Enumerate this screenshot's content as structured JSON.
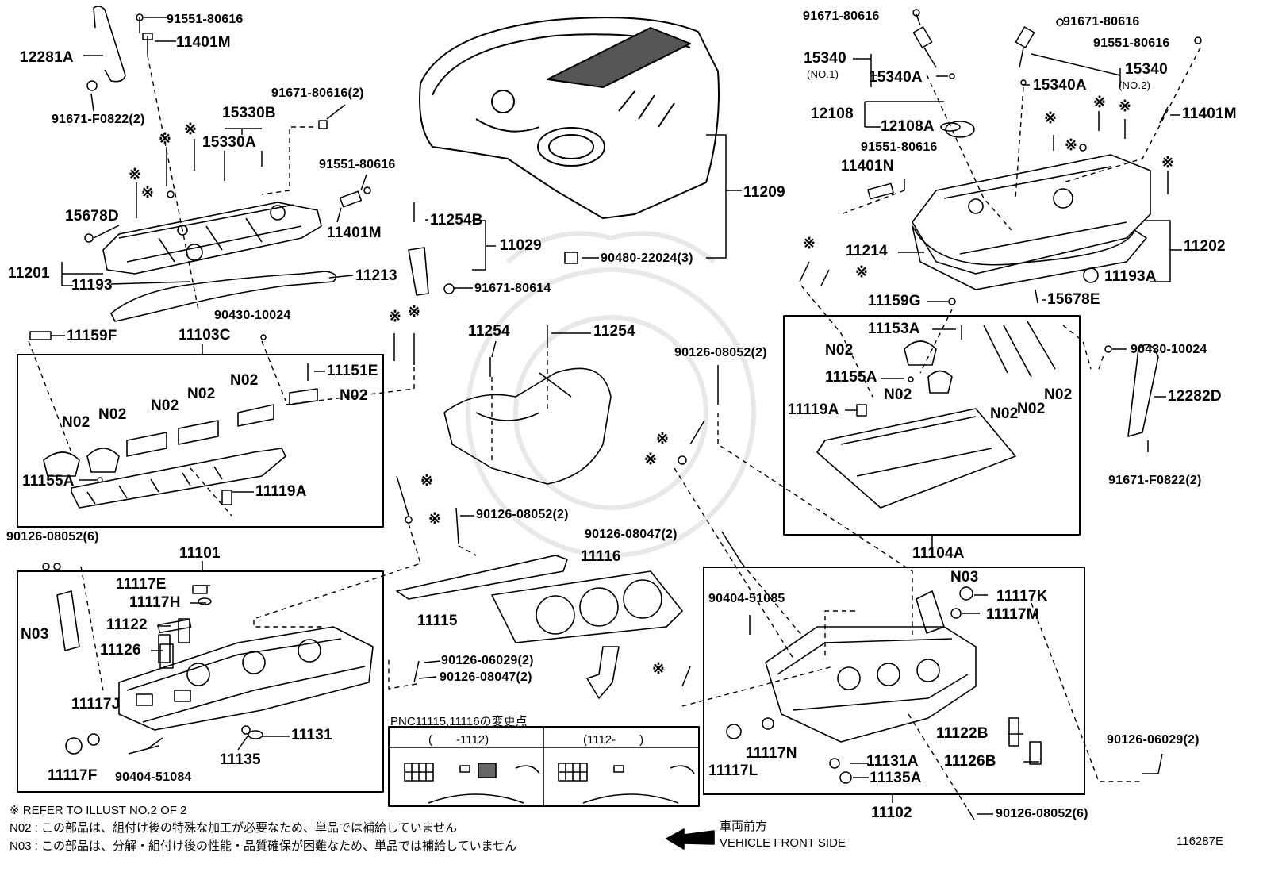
{
  "labels": {
    "p12281A": "12281A",
    "p91551_80616_a": "91551-80616",
    "p11401M_a": "11401M",
    "p91671_F0822_a": "91671-F0822(2)",
    "p15330B": "15330B",
    "p15330A": "15330A",
    "p91671_80616_2": "91671-80616(2)",
    "p91551_80616_b": "91551-80616",
    "p15678D": "15678D",
    "p11401M_b": "11401M",
    "p11201": "11201",
    "p11193": "11193",
    "p11213": "11213",
    "p90430_10024_a": "90430-10024",
    "p11159F": "11159F",
    "p11103C": "11103C",
    "p11151E": "11151E",
    "p11155A_a": "11155A",
    "p11119A_a": "11119A",
    "p11254B": "11254B",
    "p11029": "11029",
    "p91671_80614": "91671-80614",
    "p11209": "11209",
    "p90480_22024": "90480-22024(3)",
    "p11254_a": "11254",
    "p11254_b": "11254",
    "p91671_80616_c": "91671-80616",
    "p91671_80616_d": "91671-80616",
    "p91551_80616_c": "91551-80616",
    "p15340_a": "15340",
    "p15340_no1": "(NO.1)",
    "p15340A_a": "15340A",
    "p15340_b": "15340",
    "p15340_no2": "(NO.2)",
    "p15340A_b": "15340A",
    "p12108": "12108",
    "p12108A": "12108A",
    "p91551_80616_d": "91551-80616",
    "p11401N": "11401N",
    "p11401M_c": "11401M",
    "p11214": "11214",
    "p11202": "11202",
    "p11193A": "11193A",
    "p11159G": "11159G",
    "p15678E": "15678E",
    "p11153A": "11153A",
    "p11155A_b": "11155A",
    "p11119A_b": "11119A",
    "p90430_10024_b": "90430-10024",
    "p12282D": "12282D",
    "p91671_F0822_b": "91671-F0822(2)",
    "p11104A": "11104A",
    "p90126_08052_2a": "90126-08052(2)",
    "p90126_08052_2b": "90126-08052(2)",
    "p90126_08052_6a": "90126-08052(6)",
    "p11101": "11101",
    "p11117E": "11117E",
    "p11117H": "11117H",
    "p11122": "11122",
    "p11126": "11126",
    "p N03_a": "N03",
    "pN03_a": "N03",
    "p11117J": "11117J",
    "p11117F": "11117F",
    "p90404_51084": "90404-51084",
    "p11135": "11135",
    "p11131": "11131",
    "p11115": "11115",
    "p11116": "11116",
    "p90126_06029_2a": "90126-06029(2)",
    "p90126_08047_2a": "90126-08047(2)",
    "p90126_08047_2b": "90126-08047(2)",
    "p90404_51085": "90404-51085",
    "pN03_b": "N03",
    "p11117K": "11117K",
    "p11117M": "11117M",
    "p11117N": "11117N",
    "p11117L": "11117L",
    "p11122B": "11122B",
    "p11126B": "11126B",
    "p11131A": "11131A",
    "p11135A": "11135A",
    "p11102": "11102",
    "p90126_06029_2b": "90126-06029(2)",
    "p90126_08052_6b": "90126-08052(6)"
  },
  "n02_labels": [
    "N02",
    "N02",
    "N02",
    "N02",
    "N02",
    "N02",
    "N02",
    "N02",
    "N02",
    "N02",
    "N02"
  ],
  "ref_mark": "※",
  "pnc_box": {
    "title": "PNC11115,11116の変更点",
    "left_caption": "(　　-1112)",
    "right_caption": "(1112-　　)"
  },
  "notes": {
    "line1": "※ REFER TO ILLUST NO.2 OF 2",
    "line2": "N02 : この部品は、組付け後の特殊な加工が必要なため、単品では補給していません",
    "line3": "N03 : この部品は、分解・組付け後の性能・品質確保が困難なため、単品では補給していません"
  },
  "front": {
    "jp": "車両前方",
    "en": "VEHICLE FRONT SIDE"
  },
  "illust_no": "116287E"
}
